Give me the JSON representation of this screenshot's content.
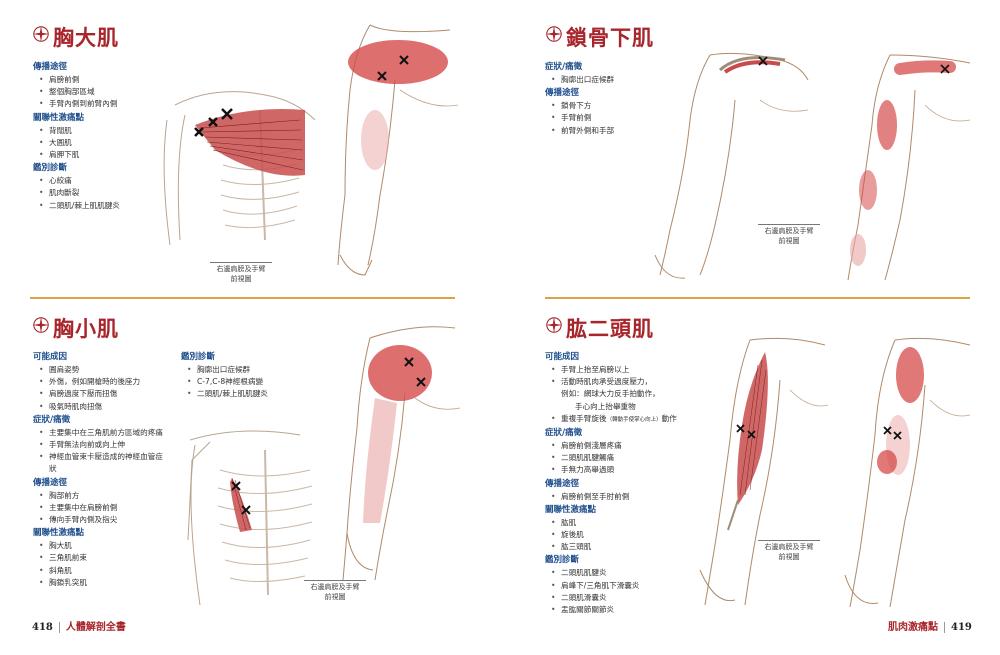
{
  "pectoralis_major": {
    "title": "胸大肌",
    "sections": [
      {
        "heading": "傳播途徑",
        "items": [
          "肩膀前側",
          "整個胸部區域",
          "手臂內側到前臂內側"
        ]
      },
      {
        "heading": "關聯性激痛點",
        "items": [
          "背闊肌",
          "大圓肌",
          "肩胛下肌"
        ]
      },
      {
        "heading": "鑑別診斷",
        "items": [
          "心絞痛",
          "肌肉斷裂",
          "二頭肌/棘上肌肌腱炎"
        ]
      }
    ],
    "caption_line1": "右邊肩膀及手臂",
    "caption_line2": "前視圖"
  },
  "subclavius": {
    "title": "鎖骨下肌",
    "sections": [
      {
        "heading": "症狀/痛徵",
        "items": [
          "胸廓出口症候群"
        ]
      },
      {
        "heading": "傳播途徑",
        "items": [
          "鎖骨下方",
          "手臂前側",
          "前臂外側和手部"
        ]
      }
    ],
    "caption_line1": "右邊肩膀及手臂",
    "caption_line2": "前視圖"
  },
  "pectoralis_minor": {
    "title": "胸小肌",
    "col1": [
      {
        "heading": "可能成因",
        "items": [
          "圓肩姿勢",
          "外傷，例如開槍時的後座力",
          "肩膀過度下壓而扭傷",
          "吸氣時肌肉扭傷"
        ]
      },
      {
        "heading": "症狀/痛徵",
        "items": [
          "主要集中在三角肌前方區域的疼痛",
          "手臂無法向前或向上伸",
          "神經血管束卡壓造成的神經血管症",
          "狀"
        ]
      },
      {
        "heading": "傳播途徑",
        "items": [
          "胸部前方",
          "主要集中在肩膀前側",
          "傳向手臂內側及指尖"
        ]
      },
      {
        "heading": "關聯性激痛點",
        "items": [
          "胸大肌",
          "三角肌前束",
          "斜角肌",
          "胸鎖乳突肌"
        ]
      }
    ],
    "col2": [
      {
        "heading": "鑑別診斷",
        "items": [
          "胸廓出口症候群",
          "C-7,C-8神經根病變",
          "二頭肌/棘上肌肌腱炎"
        ]
      }
    ],
    "caption_line1": "右邊肩膀及手臂",
    "caption_line2": "前視圖"
  },
  "biceps": {
    "title": "肱二頭肌",
    "sections": [
      {
        "heading": "可能成因",
        "items": [
          "手臂上抬至肩膀以上",
          "活動時肌肉承受過度壓力，",
          "例如：網球大力反手拍動作，",
          "手心向上抬舉重物",
          "重複手臂旋後",
          "（轉動手使掌心向上）",
          "動作"
        ]
      },
      {
        "heading": "症狀/痛徵",
        "items": [
          "肩膀前側淺層疼痛",
          "二頭肌肌腱觸痛",
          "手無力高舉過頭"
        ]
      },
      {
        "heading": "傳播途徑",
        "items": [
          "肩膀前側至手肘前側"
        ]
      },
      {
        "heading": "關聯性激痛點",
        "items": [
          "肱肌",
          "旋後肌",
          "肱三頭肌"
        ]
      },
      {
        "heading": "鑑別診斷",
        "items": [
          "二頭肌肌腱炎",
          "肩峰下/三角肌下滑囊炎",
          "二頭肌滑囊炎",
          "盂肱關節關節炎"
        ]
      }
    ],
    "caption_line1": "右邊肩膀及手臂",
    "caption_line2": "前視圖"
  },
  "footer_left": {
    "page": "418",
    "book": "人體解剖全書"
  },
  "footer_right": {
    "chapter": "肌肉激痛點",
    "page": "419"
  },
  "colors": {
    "title": "#a8252b",
    "heading": "#1f4e8c",
    "divider": "#d9a441",
    "trigger": "#c0282e"
  }
}
